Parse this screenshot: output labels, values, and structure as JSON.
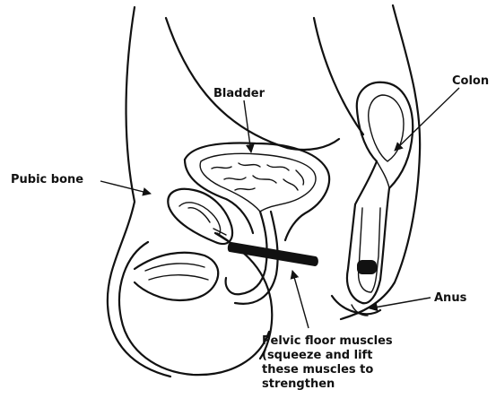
{
  "diagram": {
    "labels": {
      "bladder": "Bladder",
      "colon": "Colon",
      "pubic_bone": "Pubic bone",
      "anus": "Anus",
      "pelvic_floor": [
        "Pelvic floor muscles",
        "(squeeze and lift",
        "these muscles to",
        "strengthen"
      ]
    },
    "colors": {
      "ink": "#111111",
      "muscle": "#111111",
      "background": "#ffffff"
    }
  }
}
